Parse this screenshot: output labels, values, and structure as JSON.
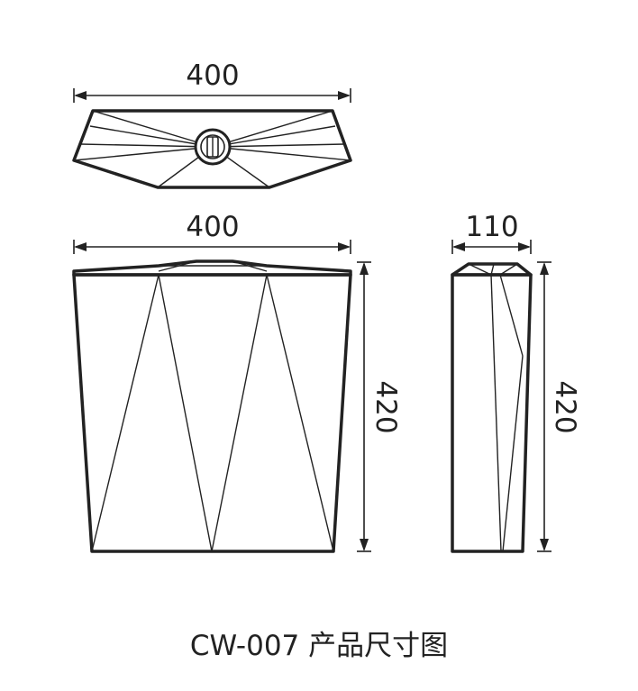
{
  "dimensions": {
    "top_view_width": "400",
    "front_view_width": "400",
    "front_view_height": "420",
    "side_view_depth": "110",
    "side_view_height": "420"
  },
  "caption": "CW-007 产品尺寸图",
  "colors": {
    "line": "#222222",
    "background": "#ffffff"
  }
}
